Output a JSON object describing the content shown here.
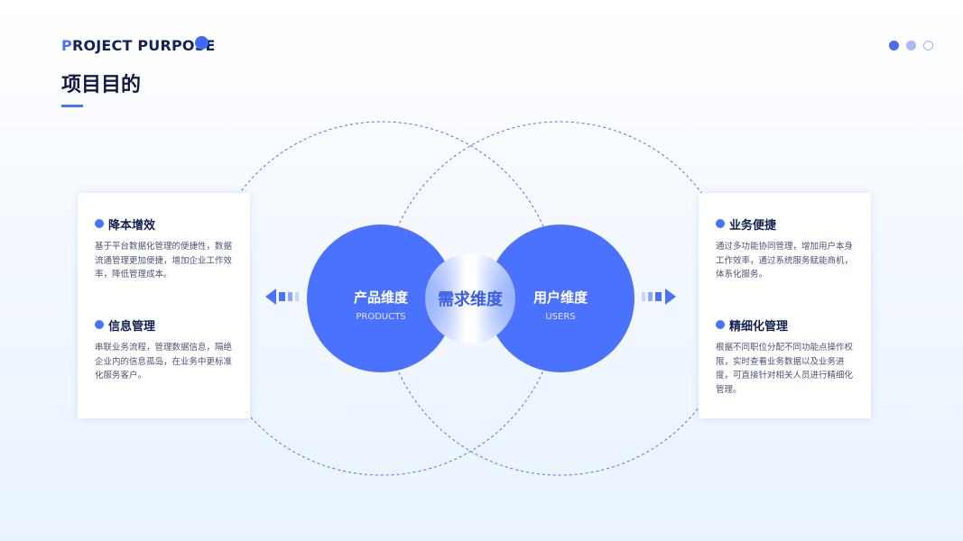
{
  "header": {
    "eyebrow_first": "P",
    "eyebrow_rest": "ROJECT PURPOSE",
    "title": "项目目的"
  },
  "pager": {
    "count": 3,
    "active": 0
  },
  "colors": {
    "accent": "#4a72ff",
    "dark": "#14204e"
  },
  "left_card": [
    {
      "title": "降本增效",
      "text": "基于平台数据化管理的便捷性，数据流通管理更加便捷，增加企业工作效率，降低管理成本。"
    },
    {
      "title": "信息管理",
      "text": "串联业务流程，管理数据信息，隔绝企业内的信息孤岛，在业务中更标准化服务客户。"
    }
  ],
  "right_card": [
    {
      "title": "业务便捷",
      "text": "通过多功能协同管理，增加用户本身工作效率，通过系统服务赋能商机，体系化服务。"
    },
    {
      "title": "精细化管理",
      "text": "根据不同职位分配不同功能点操作权限，实时查看业务数据以及业务进度，可直接针对相关人员进行精细化管理。"
    }
  ],
  "diagram": {
    "left": {
      "cn": "产品维度",
      "en": "PRODUCTS"
    },
    "center": "需求维度",
    "right": {
      "cn": "用户维度",
      "en": "USERS"
    }
  }
}
